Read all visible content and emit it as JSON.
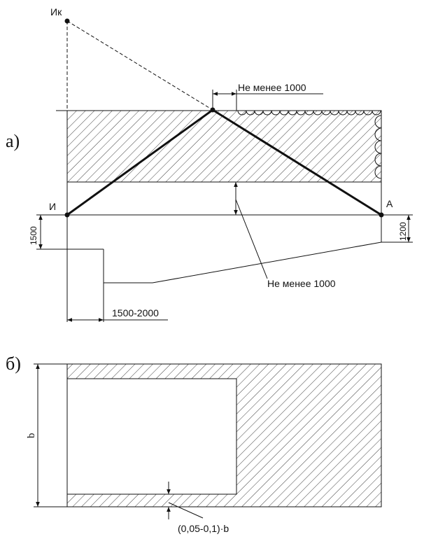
{
  "diagram_a": {
    "label": "а)",
    "point_ik": "Ик",
    "point_i": "И",
    "point_a": "А",
    "dim_top": "Не менее 1000",
    "dim_gap": "Не менее 1000",
    "dim_left": "1500",
    "dim_right": "1200",
    "dim_bottom": "1500-2000"
  },
  "diagram_b": {
    "label": "б)",
    "dim_height": "b",
    "dim_strip": "(0,05-0,1)·b"
  }
}
